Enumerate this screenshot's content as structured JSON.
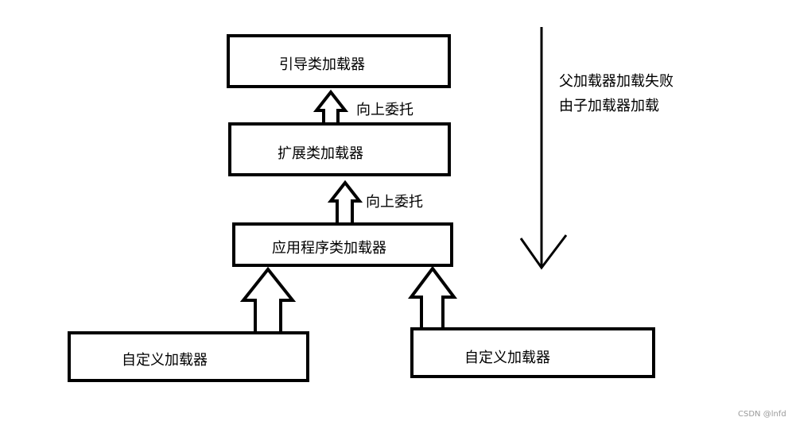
{
  "boxes": {
    "bootstrap": "引导类加载器",
    "extension": "扩展类加载器",
    "application": "应用程序类加载器",
    "custom_left": "自定义加载器",
    "custom_right": "自定义加载器"
  },
  "arrow_labels": {
    "upper": "向上委托",
    "lower": "向上委托"
  },
  "side_note": {
    "line1": "父加载器加载失败",
    "line2": "由子加载器加载"
  },
  "watermark": "CSDN @lnfd"
}
